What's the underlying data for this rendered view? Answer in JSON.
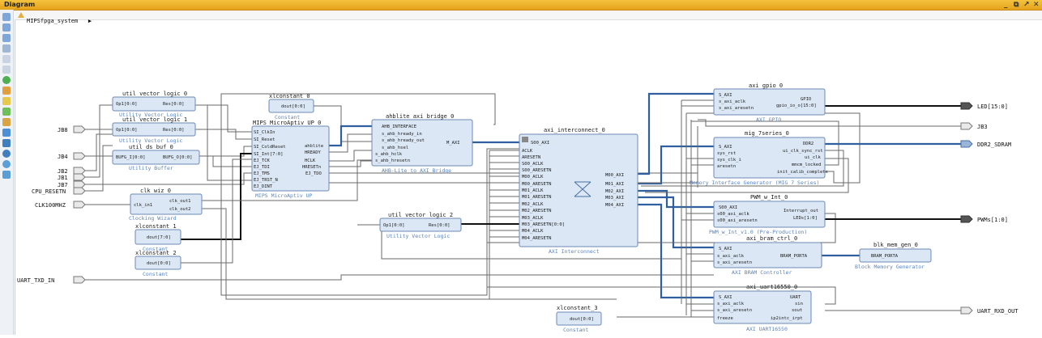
{
  "window": {
    "title": "Diagram",
    "controls": [
      "_",
      "⧉",
      "↗",
      "✕"
    ]
  },
  "breadcrumb": {
    "design": "MIPSfpga_system",
    "arrow": "▶"
  },
  "toolbar_icons": [
    "zoom-in-icon",
    "zoom-out-icon",
    "zoom-fit-icon",
    "zoom-area-icon",
    "select-icon",
    "move-icon",
    "refresh-icon",
    "pin-icon",
    "validate-icon",
    "add-ip-icon",
    "cut-icon",
    "run-connection-icon",
    "layout-icon",
    "regenerate-icon",
    "find-icon",
    "settings-icon"
  ],
  "blocks": {
    "uvl0": {
      "title": "util_vector_logic_0",
      "sub": "Utility Vector Logic",
      "in": "Op1[0:0]",
      "out": "Res[0:0]"
    },
    "uvl1": {
      "title": "util_vector_logic_1",
      "sub": "Utility Vector Logic",
      "in": "Op1[0:0]",
      "out": "Res[0:0]"
    },
    "udb0": {
      "title": "util_ds_buf_0",
      "sub": "Utility Buffer",
      "in": "BUFG_I[0:0]",
      "out": "BUFG_O[0:0]"
    },
    "xlc0": {
      "title": "xlconstant_0",
      "sub": "Constant",
      "out": "dout[0:0]"
    },
    "mips": {
      "title": "MIPS_MicroAptiv_UP_0",
      "sub": "MIPS MicroAptiv UP",
      "pins": [
        "SI_ClkIn",
        "SI_Reset",
        "SI_ColdReset",
        "SI_Int[7:0]",
        "EJ_TCK",
        "EJ_TDI",
        "EJ_TMS",
        "EJ_TRST_N",
        "EJ_DINT"
      ],
      "outs": [
        "ahblite",
        "HREADY",
        "HCLK",
        "HRESETn",
        "EJ_TDO"
      ]
    },
    "ahb": {
      "title": "ahblite_axi_bridge_0",
      "sub": "AHB-Lite to AXI Bridge",
      "pins": [
        "AHB_INTERFACE",
        "s_ahb_hready_in",
        "s_ahb_hready_out",
        "s_ahb_hsel",
        "s_ahb_hclk",
        "s_ahb_hresetn"
      ],
      "out": "M_AXI"
    },
    "clk": {
      "title": "clk_wiz_0",
      "sub": "Clocking Wizard",
      "in": "clk_in1",
      "outs": [
        "clk_out1",
        "clk_out2"
      ]
    },
    "xlc1": {
      "title": "xlconstant_1",
      "sub": "Constant",
      "out": "dout[7:0]"
    },
    "xlc2": {
      "title": "xlconstant_2",
      "sub": "Constant",
      "out": "dout[0:0]"
    },
    "uvl2": {
      "title": "util_vector_logic_2",
      "sub": "Utility Vector Logic",
      "in": "Op1[0:0]",
      "out": "Res[0:0]"
    },
    "axi": {
      "title": "axi_interconnect_0",
      "sub": "AXI Interconnect",
      "pins": [
        "S00_AXI",
        "ACLK",
        "ARESETN",
        "S00_ACLK",
        "S00_ARESETN",
        "M00_ACLK",
        "M00_ARESETN",
        "M01_ACLK",
        "M01_ARESETN",
        "M02_ACLK",
        "M02_ARESETN",
        "M03_ACLK",
        "M03_ARESETN[0:0]",
        "M04_ACLK",
        "M04_ARESETN"
      ],
      "outs": [
        "M00_AXI",
        "M01_AXI",
        "M02_AXI",
        "M03_AXI",
        "M04_AXI"
      ]
    },
    "gpio": {
      "title": "axi_gpio_0",
      "sub": "AXI GPIO",
      "pins": [
        "S_AXI",
        "s_axi_aclk",
        "s_axi_aresetn"
      ],
      "outs": [
        "GPIO",
        "gpio_io_o[15:0]"
      ]
    },
    "mig": {
      "title": "mig_7series_0",
      "sub": "Memory Interface Generator (MIG 7 Series)",
      "pins": [
        "S_AXI",
        "sys_rst",
        "sys_clk_i",
        "aresetn"
      ],
      "outs": [
        "DDR2",
        "ui_clk_sync_rst",
        "ui_clk",
        "mmcm_locked",
        "init_calib_complete"
      ]
    },
    "pwm": {
      "title": "PWM_w_Int_0",
      "sub": "PWM_w_Int_v1.0 (Pre-Production)",
      "pins": [
        "S00_AXI",
        "s00_axi_aclk",
        "s00_axi_aresetn"
      ],
      "outs": [
        "Interrupt_out",
        "LEDs[1:0]"
      ]
    },
    "bram": {
      "title": "axi_bram_ctrl_0",
      "sub": "AXI BRAM Controller",
      "pins": [
        "S_AXI",
        "s_axi_aclk",
        "s_axi_aresetn"
      ],
      "out": "BRAM_PORTA"
    },
    "bmg": {
      "title": "blk_mem_gen_0",
      "sub": "Block Memory Generator",
      "in": "BRAM_PORTA"
    },
    "uart": {
      "title": "axi_uart16550_0",
      "sub": "AXI UART16550",
      "pins": [
        "S_AXI",
        "s_axi_aclk",
        "s_axi_aresetn",
        "freeze"
      ],
      "outs": [
        "UART",
        "sin",
        "sout",
        "ip2intc_irpt"
      ]
    },
    "xlc3": {
      "title": "xlconstant_3",
      "sub": "Constant",
      "out": "dout[0:0]"
    }
  },
  "ports": {
    "in": [
      "JB8",
      "JB4",
      "JB2",
      "JB1",
      "JB7",
      "CPU_RESETN",
      "CLK100MHZ",
      "UART_TXD_IN"
    ],
    "out": [
      "LED[15:0]",
      "JB3",
      "DDR2_SDRAM",
      "PWMs[1:0]",
      "UART_RXD_OUT"
    ]
  },
  "colors": {
    "block_fill": "#dbe7f5",
    "block_stroke": "#6b89b4",
    "sublabel": "#5a84be",
    "bus": "#2f5f9e",
    "title_bar": "#e6a21a"
  }
}
